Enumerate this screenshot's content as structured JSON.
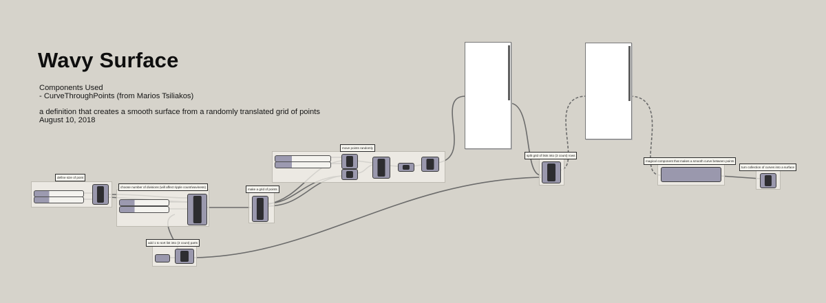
{
  "header": {
    "title": "Wavy Surface",
    "components_heading": "Components Used",
    "components_item": "- CurveThroughPoints (from Marios Tsiliakos)",
    "description": "a definition that creates a smooth surface from a randomly translated grid of points",
    "date": "August 10, 2018"
  },
  "groups": {
    "define_size": "define size of point",
    "choose_divisions": "choose number of divisions (will affect ripple count/waviness)",
    "make_grid": "make a grid of points",
    "move_points": "move points randomly",
    "add_to_points": "add 1 to sort list into (3 count) parts",
    "split_grid": "split grid of lists into (3 count) rows",
    "magical_component": "magical component that makes a smooth curve between points",
    "turn_collection": "turn collection of curves into a surface"
  },
  "colors": {
    "canvas": "#d6d3cb",
    "component": "#9a98ad",
    "component_core": "#2d2d30",
    "wire": "#6e6e6e"
  }
}
